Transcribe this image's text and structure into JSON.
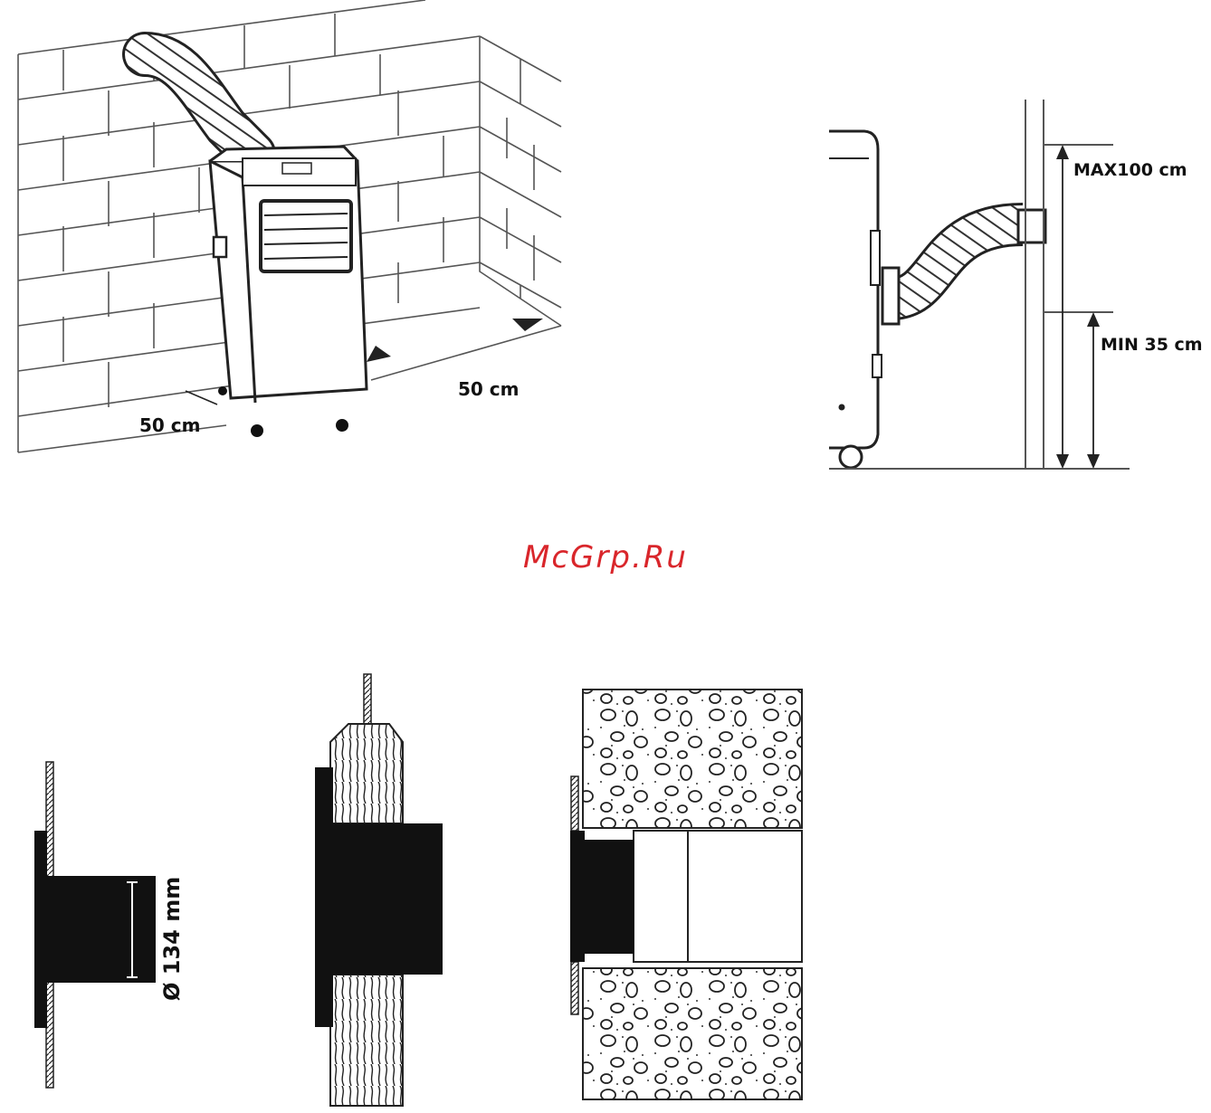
{
  "watermark": "McGrp.Ru",
  "fig_clearance": {
    "label_side": "50 cm",
    "label_back": "50 cm"
  },
  "fig_height": {
    "label_max": "MAX100 cm",
    "label_min": "MIN 35 cm"
  },
  "fig_adapter": {
    "diameter_label": "Ø 134 mm"
  },
  "colors": {
    "line": "#1a1a1a",
    "fill_dark": "#111111",
    "watermark": "#d9262b"
  }
}
